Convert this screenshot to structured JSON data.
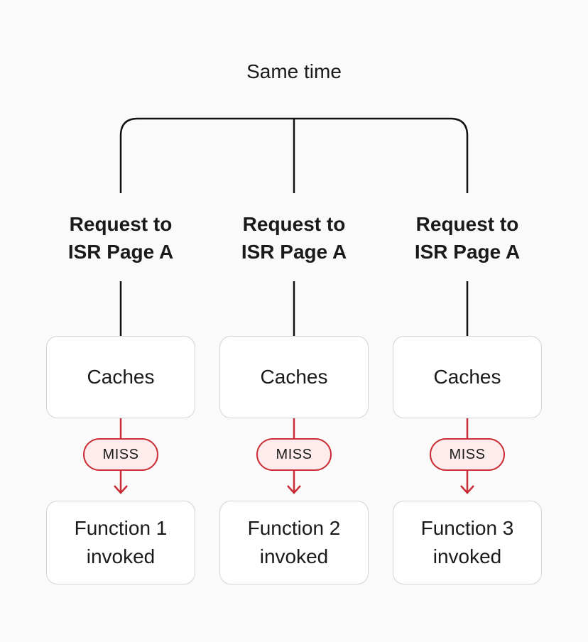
{
  "title": "Same time",
  "colors": {
    "background": "#fafafa",
    "box_bg": "#ffffff",
    "box_border": "#d4d4d4",
    "line": "#111111",
    "text": "#1a1a1a",
    "red": "#c92d35",
    "miss_bg": "#fdeceb"
  },
  "columns": [
    {
      "request_line1": "Request to",
      "request_line2": "ISR Page A",
      "cache_label": "Caches",
      "badge_label": "MISS",
      "function_line1": "Function 1",
      "function_line2": "invoked"
    },
    {
      "request_line1": "Request to",
      "request_line2": "ISR Page A",
      "cache_label": "Caches",
      "badge_label": "MISS",
      "function_line1": "Function 2",
      "function_line2": "invoked"
    },
    {
      "request_line1": "Request to",
      "request_line2": "ISR Page A",
      "cache_label": "Caches",
      "badge_label": "MISS",
      "function_line1": "Function 3",
      "function_line2": "invoked"
    }
  ]
}
